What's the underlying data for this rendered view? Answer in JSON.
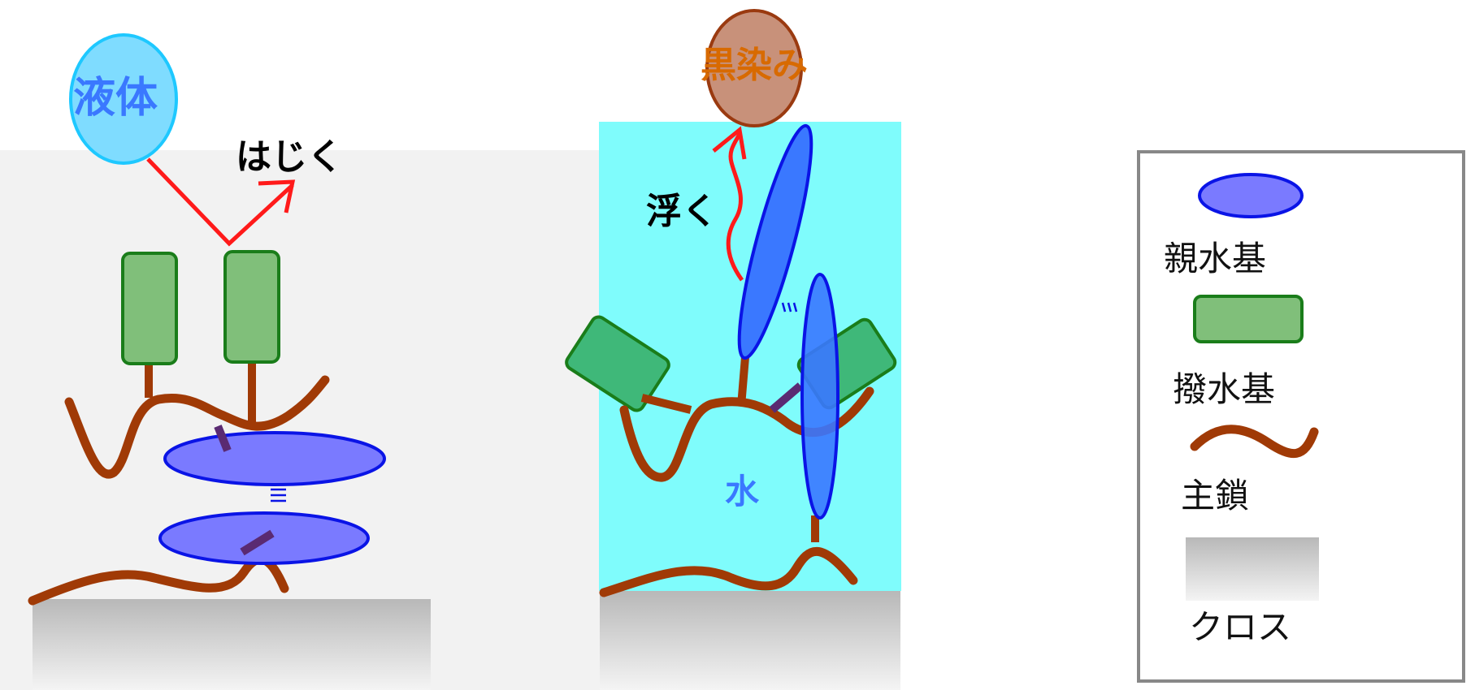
{
  "left_panel": {
    "liquid_label": "液体",
    "repel_label": "はじく",
    "colors": {
      "liquid_fill": "#7fdcff",
      "liquid_stroke": "#1ec8ff",
      "arrow": "#ff1a1a"
    }
  },
  "right_panel": {
    "stain_label": "黒染み",
    "float_label": "浮く",
    "water_label": "水",
    "colors": {
      "water": "#7ffcfc",
      "stain_fill": "#c8917a",
      "stain_stroke": "#9a3a10",
      "stain_text": "#d86a00"
    }
  },
  "legend": {
    "items": [
      {
        "label": "親水基",
        "icon": "blue-ellipse"
      },
      {
        "label": "撥水基",
        "icon": "green-rectangle"
      },
      {
        "label": "主鎖",
        "icon": "brown-wave"
      },
      {
        "label": "クロス",
        "icon": "gray-gradient-block"
      }
    ]
  },
  "colors": {
    "hydrophilic_fill": "#7a7aff",
    "hydrophilic_stroke": "#0a14e6",
    "hydrophobic_fill": "#80bf7a",
    "hydrophobic_stroke": "#1a7d1a",
    "chain": "#a03a06",
    "panel_bg": "#f2f2f2"
  }
}
